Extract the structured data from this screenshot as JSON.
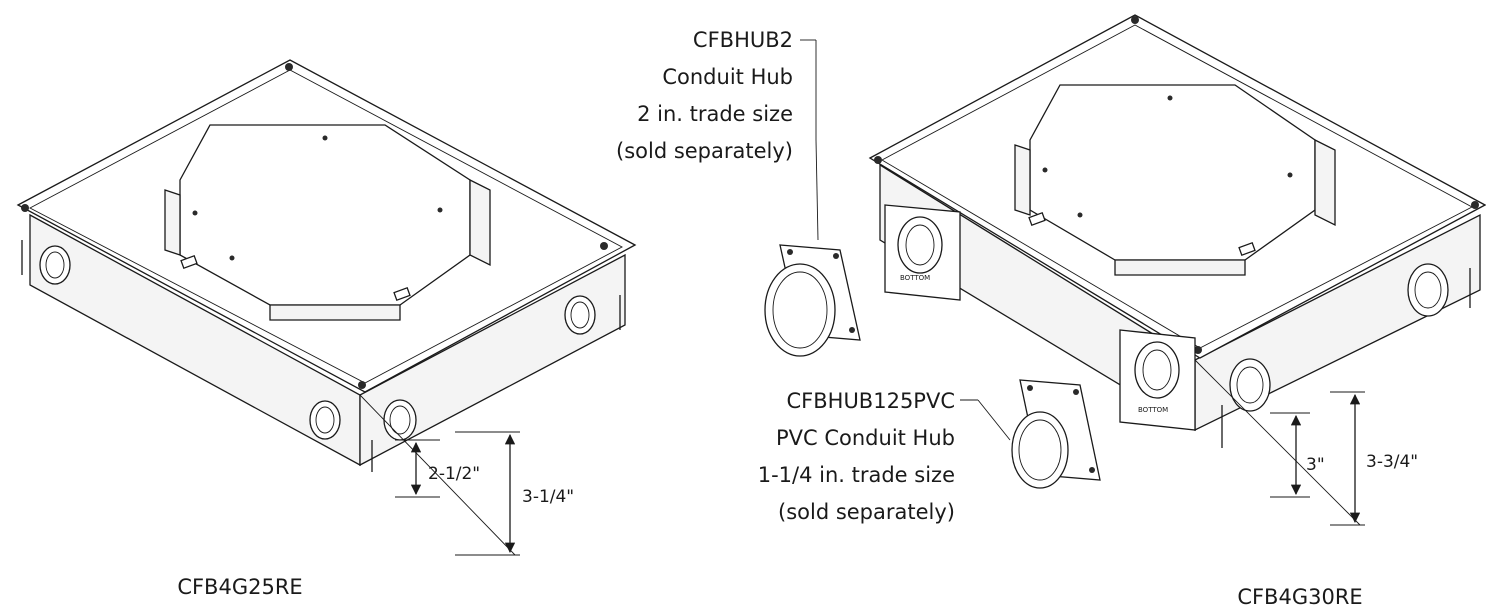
{
  "callouts": {
    "hub_large": {
      "part": "CFBHUB2",
      "name": "Conduit Hub",
      "size": "2 in. trade size",
      "note": "(sold separately)"
    },
    "hub_pvc": {
      "part": "CFBHUB125PVC",
      "name": "PVC Conduit Hub",
      "size": "1-1/4 in. trade size",
      "note": "(sold separately)"
    }
  },
  "boxes": {
    "left": {
      "model": "CFB4G25RE",
      "dim_inner": "2-1/2\"",
      "dim_outer": "3-1/4\""
    },
    "right": {
      "model": "CFB4G30RE",
      "dim_inner": "3\"",
      "dim_outer": "3-3/4\"",
      "side_label_1": "BOTTOM",
      "side_label_2": "BOTTOM"
    }
  }
}
